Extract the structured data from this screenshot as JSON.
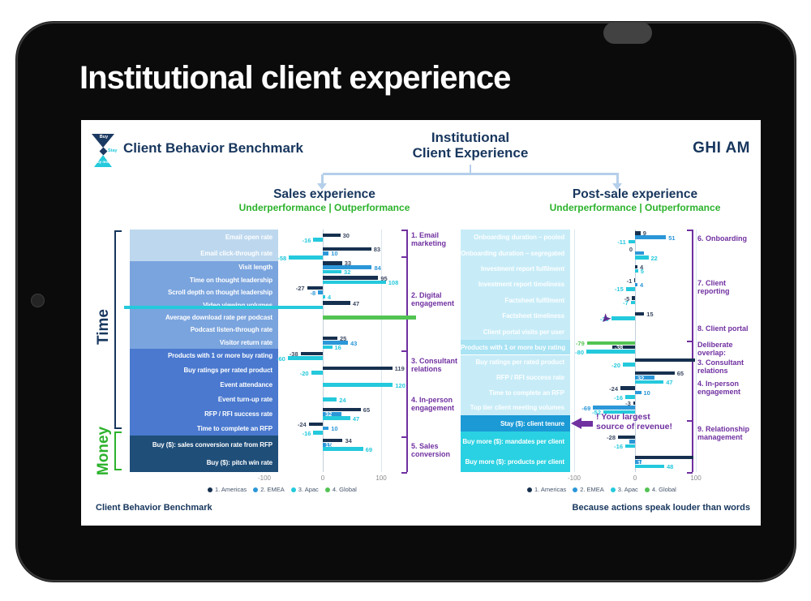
{
  "window": {
    "title": "Institutional client experience"
  },
  "header": {
    "brand": "Client Behavior Benchmark",
    "logo": {
      "top": "Buy",
      "mid": "Stay",
      "bottom": "Buy more"
    },
    "center_title_line1": "Institutional",
    "center_title_line2": "Client Experience",
    "company": "GHI AM"
  },
  "side_labels": {
    "time": "Time",
    "money": "Money"
  },
  "legend": [
    {
      "label": "1. Americas",
      "color": "#16304f"
    },
    {
      "label": "2. EMEA",
      "color": "#2b97d8"
    },
    {
      "label": "3. Apac",
      "color": "#24c9dc"
    },
    {
      "label": "4. Global",
      "color": "#53c353"
    }
  ],
  "footer": {
    "left": "Client Behavior Benchmark",
    "right": "Because actions speak louder than words"
  },
  "annotations": {
    "stay_note_line1": "! Your largest",
    "stay_note_line2": "source of revenue!"
  },
  "chart_data": [
    {
      "type": "bar",
      "title": "Sales experience",
      "subtitle": "Underperformance | Outperformance",
      "xlim": [
        -100,
        100
      ],
      "xticks": [
        -100,
        0,
        100
      ],
      "legend_position": "bottom",
      "sections": [
        "1. Email marketing",
        "2. Digital engagement",
        "3. Consultant relations",
        "4. In-person engagement",
        "5. Sales conversion"
      ],
      "rows": [
        {
          "label": "Email open rate",
          "bars": [
            {
              "series": 0,
              "value": 30
            },
            {
              "series": 2,
              "value": -16
            }
          ]
        },
        {
          "label": "Email click-through rate",
          "bars": [
            {
              "series": 0,
              "value": 83
            },
            {
              "series": 1,
              "value": 10
            },
            {
              "series": 2,
              "value": -58
            }
          ]
        },
        {
          "label": "Visit length",
          "bars": [
            {
              "series": 0,
              "value": 33
            },
            {
              "series": 1,
              "value": 84
            },
            {
              "series": 2,
              "value": 32
            }
          ]
        },
        {
          "label": "Time on thought leadership",
          "bars": [
            {
              "series": 0,
              "value": 95
            },
            {
              "series": 2,
              "value": 108
            }
          ]
        },
        {
          "label": "Scroll depth on thought leadership",
          "bars": [
            {
              "series": 0,
              "value": -27
            },
            {
              "series": 1,
              "value": -8
            },
            {
              "series": 2,
              "value": 4
            }
          ]
        },
        {
          "label": "Video viewing volumes",
          "bars": [
            {
              "series": 0,
              "value": 47
            },
            {
              "series": 2,
              "value": -340,
              "hide_label": true
            }
          ]
        },
        {
          "label": "Average download rate per podcast",
          "bars": [
            {
              "series": 3,
              "value": 160,
              "hide_label": true
            }
          ]
        },
        {
          "label": "Podcast listen-through rate",
          "bars": []
        },
        {
          "label": "Visitor return rate",
          "bars": [
            {
              "series": 0,
              "value": 25
            },
            {
              "series": 1,
              "value": 43
            },
            {
              "series": 2,
              "value": 16
            }
          ]
        },
        {
          "label": "Products with 1 or more buy rating",
          "bars": [
            {
              "series": 0,
              "value": -38
            },
            {
              "series": 2,
              "value": -60
            }
          ]
        },
        {
          "label": "Buy ratings per rated product",
          "bars": [
            {
              "series": 0,
              "value": 119
            },
            {
              "series": 2,
              "value": -20
            }
          ]
        },
        {
          "label": "Event attendance",
          "bars": [
            {
              "series": 2,
              "value": 120
            }
          ]
        },
        {
          "label": "Event turn-up rate",
          "bars": [
            {
              "series": 2,
              "value": 24
            }
          ]
        },
        {
          "label": "RFP / RFI success rate",
          "bars": [
            {
              "series": 0,
              "value": 65
            },
            {
              "series": 1,
              "value": 32,
              "inside_label": true
            },
            {
              "series": 2,
              "value": 47
            }
          ]
        },
        {
          "label": "Time to complete an RFP",
          "bars": [
            {
              "series": 0,
              "value": -24
            },
            {
              "series": 1,
              "value": 10
            },
            {
              "series": 2,
              "value": -16
            }
          ]
        },
        {
          "label": "Buy ($): sales conversion rate from RFP",
          "bars": [
            {
              "series": 0,
              "value": 34
            },
            {
              "series": 1,
              "value": 15,
              "inside_label": true
            },
            {
              "series": 2,
              "value": 69
            }
          ]
        },
        {
          "label": "Buy ($): pitch win rate",
          "bars": []
        }
      ]
    },
    {
      "type": "bar",
      "title": "Post-sale experience",
      "subtitle": "Underperformance | Outperformance",
      "xlim": [
        -100,
        100
      ],
      "xticks": [
        -100,
        0,
        100
      ],
      "legend_position": "bottom",
      "sections": [
        "6. Onboarding",
        "7. Client reporting",
        "8. Client portal",
        "Deliberate overlap:",
        "3. Consultant relations",
        "4. In-person engagement",
        "9. Relationship management"
      ],
      "rows": [
        {
          "label": "Onboarding duration – pooled",
          "bars": [
            {
              "series": 0,
              "value": 9
            },
            {
              "series": 1,
              "value": 51
            },
            {
              "series": 2,
              "value": -11
            }
          ]
        },
        {
          "label": "Onboarding duration – segregated",
          "bars": [
            {
              "series": 0,
              "value": 0
            },
            {
              "series": 1,
              "value": 14,
              "hide_label": true
            },
            {
              "series": 2,
              "value": 22
            }
          ]
        },
        {
          "label": "Investment report fulfilment",
          "bars": [
            {
              "series": 0,
              "value": 4
            },
            {
              "series": 2,
              "value": 5
            }
          ]
        },
        {
          "label": "Investment report timeliness",
          "bars": [
            {
              "series": 0,
              "value": -1
            },
            {
              "series": 1,
              "value": 4
            },
            {
              "series": 2,
              "value": -15
            }
          ]
        },
        {
          "label": "Factsheet fulfilment",
          "bars": [
            {
              "series": 0,
              "value": -5
            },
            {
              "series": 2,
              "value": -7
            }
          ]
        },
        {
          "label": "Factsheet timeliness",
          "bars": [
            {
              "series": 0,
              "value": 15
            },
            {
              "series": 2,
              "value": -39
            }
          ]
        },
        {
          "label": "Client portal visits per user",
          "bars": []
        },
        {
          "label": "Products with 1 or more buy rating",
          "bars": [
            {
              "series": 3,
              "value": -79
            },
            {
              "series": 0,
              "value": -38,
              "inside_label": true
            },
            {
              "series": 2,
              "value": -80
            }
          ]
        },
        {
          "label": "Buy ratings per rated product",
          "bars": [
            {
              "series": 0,
              "value": 98,
              "hide_label": true
            },
            {
              "series": 2,
              "value": -20
            }
          ]
        },
        {
          "label": "RFP / RFI success rate",
          "bars": [
            {
              "series": 0,
              "value": 65
            },
            {
              "series": 1,
              "value": 32,
              "inside_label": true
            },
            {
              "series": 2,
              "value": 47
            }
          ]
        },
        {
          "label": "Time to complete an RFP",
          "bars": [
            {
              "series": 0,
              "value": -24
            },
            {
              "series": 1,
              "value": 10
            },
            {
              "series": 2,
              "value": -16
            }
          ]
        },
        {
          "label": "Top tier client meeting volumes",
          "bars": [
            {
              "series": 0,
              "value": -3
            },
            {
              "series": 1,
              "value": -69
            },
            {
              "series": 2,
              "value": -52
            }
          ]
        },
        {
          "label": "Stay ($): client tenure",
          "bars": []
        },
        {
          "label": "Buy more ($): mandates per client",
          "bars": [
            {
              "series": 0,
              "value": -28
            },
            {
              "series": 1,
              "value": -10,
              "hide_label": true
            },
            {
              "series": 2,
              "value": -16
            }
          ]
        },
        {
          "label": "Buy more ($): products per client",
          "bars": [
            {
              "series": 0,
              "value": 96,
              "hide_label": true
            },
            {
              "series": 1,
              "value": 10,
              "inside_label": true
            },
            {
              "series": 2,
              "value": 48
            }
          ]
        }
      ]
    }
  ]
}
